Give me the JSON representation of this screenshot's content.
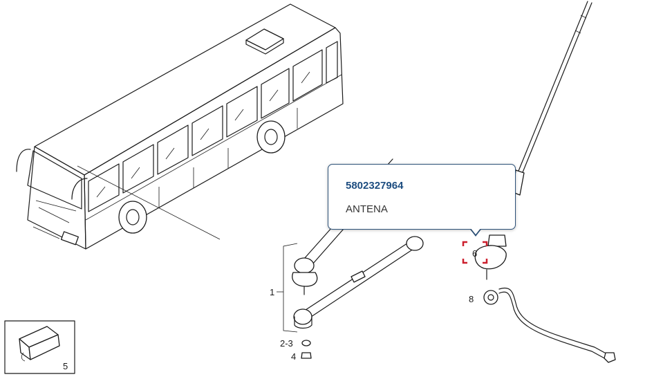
{
  "callout": {
    "part_number": "5802327964",
    "description": "ANTENA"
  },
  "labels": {
    "item_1": "1",
    "item_2_3": "2-3",
    "item_4": "4",
    "item_5": "5",
    "item_6": "6",
    "item_8": "8"
  },
  "colors": {
    "callout_border": "#2b5077",
    "part_number_text": "#1d4d80",
    "highlight": "#cc1f2d"
  }
}
